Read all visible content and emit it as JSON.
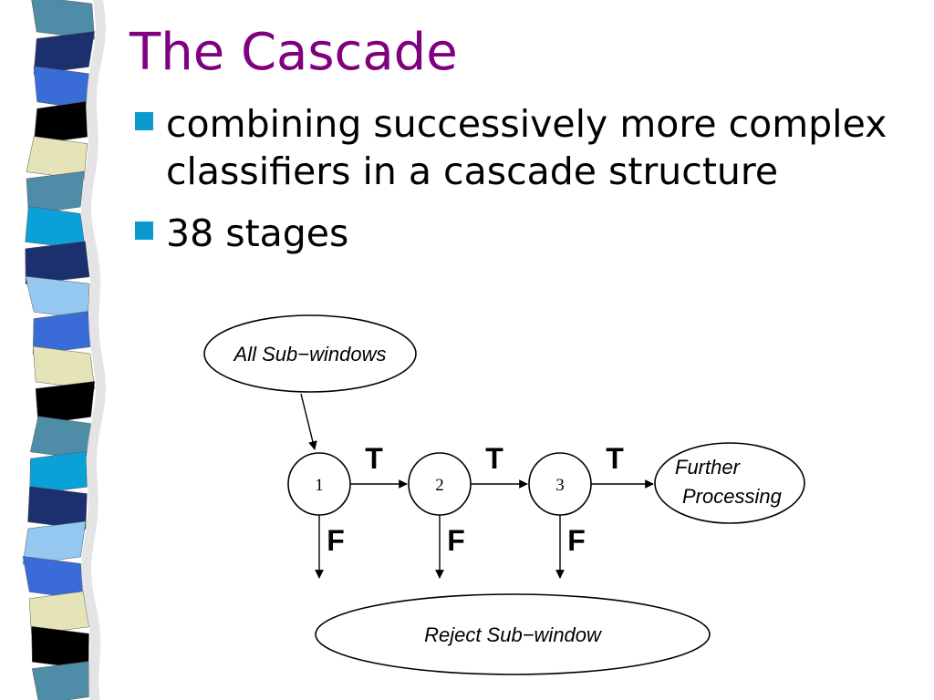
{
  "slide": {
    "title": "The Cascade",
    "bullets": [
      {
        "text": "combining successively more complex classifiers in a cascade structure"
      },
      {
        "text": "38 stages"
      }
    ],
    "accent_color": "#0a9ad0",
    "title_color": "#800080"
  },
  "diagram": {
    "input_label": "All Sub−windows",
    "stages": [
      "1",
      "2",
      "3"
    ],
    "true_label": "T",
    "false_label": "F",
    "output_label_line1": "Further",
    "output_label_line2": "Processing",
    "reject_label": "Reject Sub−window"
  },
  "decoration": {
    "stripe_colors": [
      "#4e8ca8",
      "#1c2f6e",
      "#3a6bd6",
      "#000000",
      "#e4e4b8",
      "#4e8ca8",
      "#0aa0d8",
      "#1c2f6e",
      "#94c8f0",
      "#3a6bd6",
      "#e4e4b8",
      "#000000",
      "#4e8ca8",
      "#0aa0d8",
      "#1c2f6e",
      "#94c8f0",
      "#3a6bd6",
      "#e4e4b8",
      "#000000",
      "#4e8ca8"
    ]
  }
}
